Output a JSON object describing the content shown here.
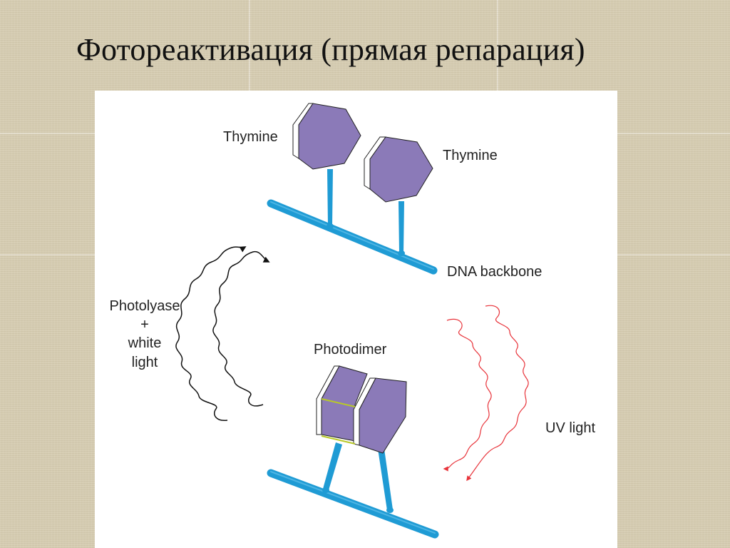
{
  "slide": {
    "title": "Фотореактивация (прямая репарация)"
  },
  "diagram": {
    "labels": {
      "thymine_left": "Thymine",
      "thymine_right": "Thymine",
      "dna_backbone": "DNA backbone",
      "photolyase_line1": "Photolyase",
      "photolyase_line2": "+",
      "photolyase_line3": "white",
      "photolyase_line4": "light",
      "photodimer": "Photodimer",
      "uv_light": "UV light"
    },
    "colors": {
      "background": "#d6cdb3",
      "base_fill": "#8b7ab8",
      "backbone": "#1f9bd4",
      "photolyase_wave": "#111111",
      "uv_wave": "#e8333a",
      "dimer_bond": "#b8c829"
    }
  }
}
